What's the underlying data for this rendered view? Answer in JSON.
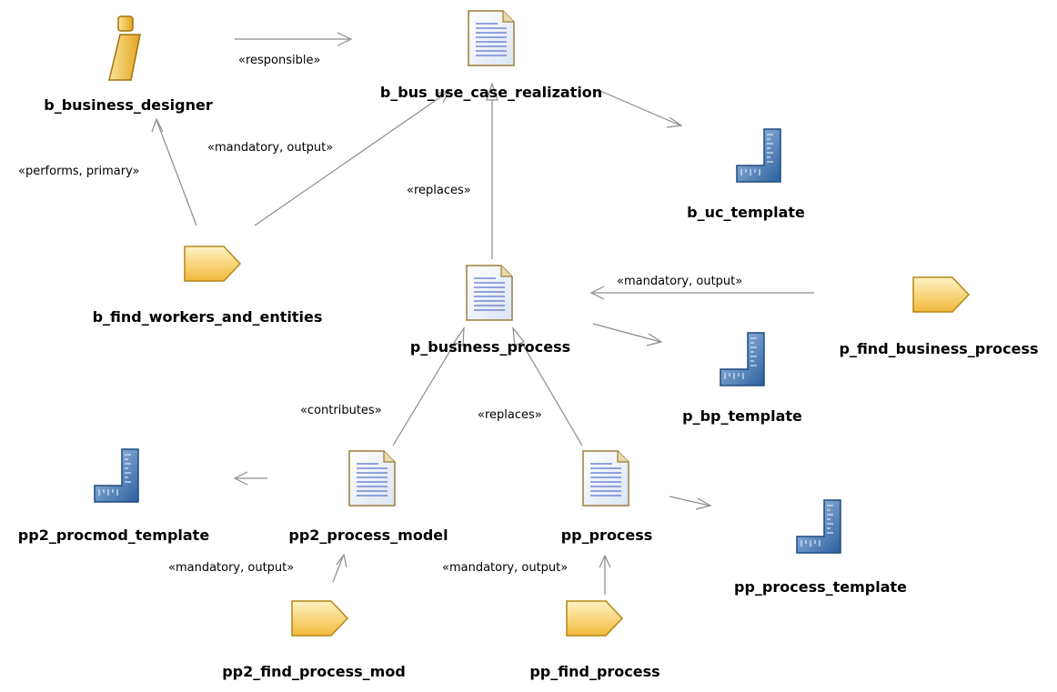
{
  "nodes": {
    "b_business_designer": {
      "label": "b_business_designer",
      "kind": "role"
    },
    "b_bus_use_case_realization": {
      "label": "b_bus_use_case_realization",
      "kind": "work-product"
    },
    "b_uc_template": {
      "label": "b_uc_template",
      "kind": "template"
    },
    "b_find_workers_and_entities": {
      "label": "b_find_workers_and_entities",
      "kind": "task"
    },
    "p_business_process": {
      "label": "p_business_process",
      "kind": "work-product"
    },
    "p_find_business_process": {
      "label": "p_find_business_process",
      "kind": "task"
    },
    "p_bp_template": {
      "label": "p_bp_template",
      "kind": "template"
    },
    "pp2_procmod_template": {
      "label": "pp2_procmod_template",
      "kind": "template"
    },
    "pp2_process_model": {
      "label": "pp2_process_model",
      "kind": "work-product"
    },
    "pp_process": {
      "label": "pp_process",
      "kind": "work-product"
    },
    "pp_process_template": {
      "label": "pp_process_template",
      "kind": "template"
    },
    "pp2_find_process_mod": {
      "label": "pp2_find_process_mod",
      "kind": "task"
    },
    "pp_find_process": {
      "label": "pp_find_process",
      "kind": "task"
    }
  },
  "edges": {
    "responsible": "«responsible»",
    "performs_primary": "«performs, primary»",
    "mandatory_output_bfind": "«mandatory, output»",
    "replaces_top": "«replaces»",
    "mandatory_output_pfind": "«mandatory, output»",
    "contributes": "«contributes»",
    "replaces_pp": "«replaces»",
    "mandatory_output_pp2find": "«mandatory, output»",
    "mandatory_output_ppfind": "«mandatory, output»"
  },
  "colors": {
    "edge": "#8c8c8c",
    "task_fill": "#fbd36a",
    "role_fill": "#f5c542",
    "doc_fill": "#eef2fb",
    "template_fill": "#4d7fb8"
  }
}
